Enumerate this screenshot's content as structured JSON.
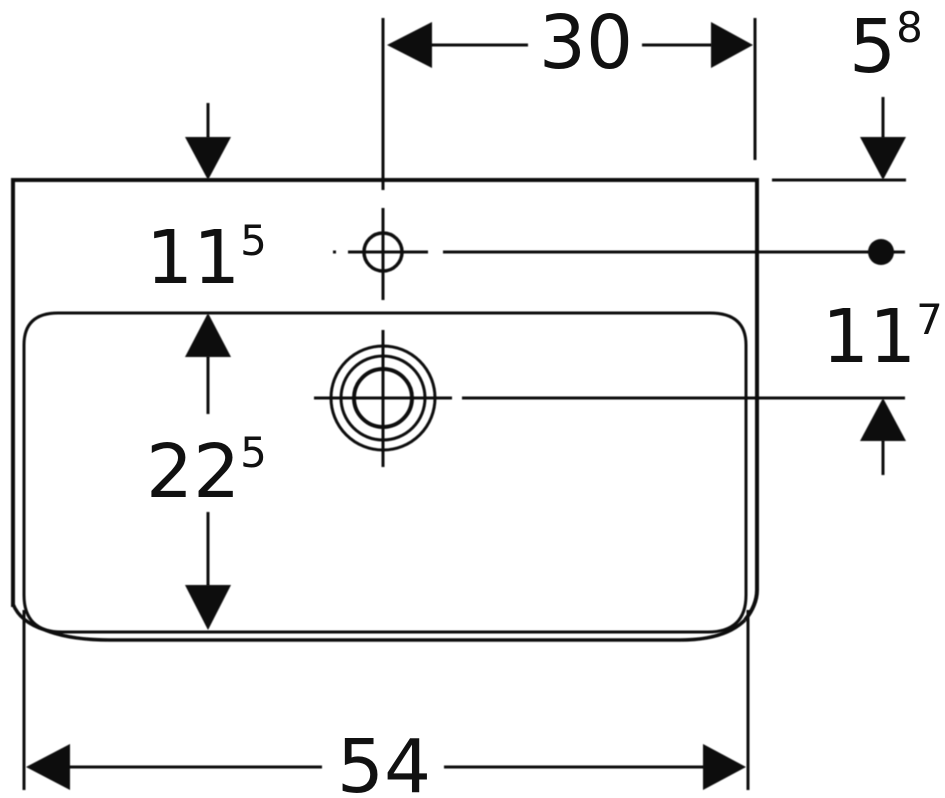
{
  "diagram": {
    "dimensions": {
      "tap_hole_offset": {
        "value": "30"
      },
      "rim_to_tap_hole_left": {
        "base": "11",
        "sup": "5"
      },
      "rim_to_tap_hole_right": {
        "base": "5",
        "sup": "8"
      },
      "tap_hole_to_drain": {
        "base": "11",
        "sup": "7"
      },
      "bowl_depth": {
        "base": "22",
        "sup": "5"
      },
      "overall_width": {
        "value": "54"
      }
    },
    "colors": {
      "line": "#111111",
      "background": "#ffffff"
    }
  }
}
